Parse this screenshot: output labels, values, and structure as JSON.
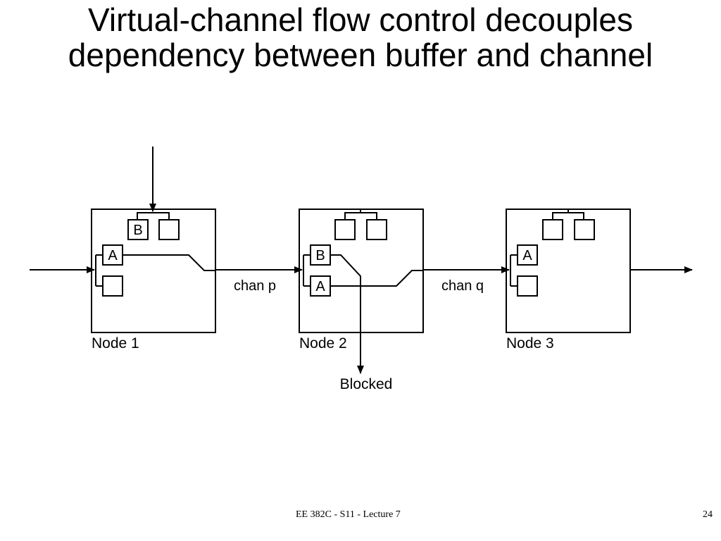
{
  "slide": {
    "title_line1": "Virtual-channel flow control decouples",
    "title_line2": "dependency between buffer and channel",
    "footer_center": "EE 382C - S11 - Lecture 7",
    "page_number": "24"
  },
  "diagram": {
    "nodes": [
      {
        "label": "Node 1",
        "top_buffers": [
          "B",
          ""
        ],
        "input_buffers": [
          "A",
          ""
        ]
      },
      {
        "label": "Node 2",
        "top_buffers": [
          "",
          ""
        ],
        "input_buffers": [
          "B",
          "A"
        ]
      },
      {
        "label": "Node 3",
        "top_buffers": [
          "",
          ""
        ],
        "input_buffers": [
          "A",
          ""
        ]
      }
    ],
    "channels": [
      "chan p",
      "chan q"
    ],
    "blocked_label": "Blocked"
  }
}
